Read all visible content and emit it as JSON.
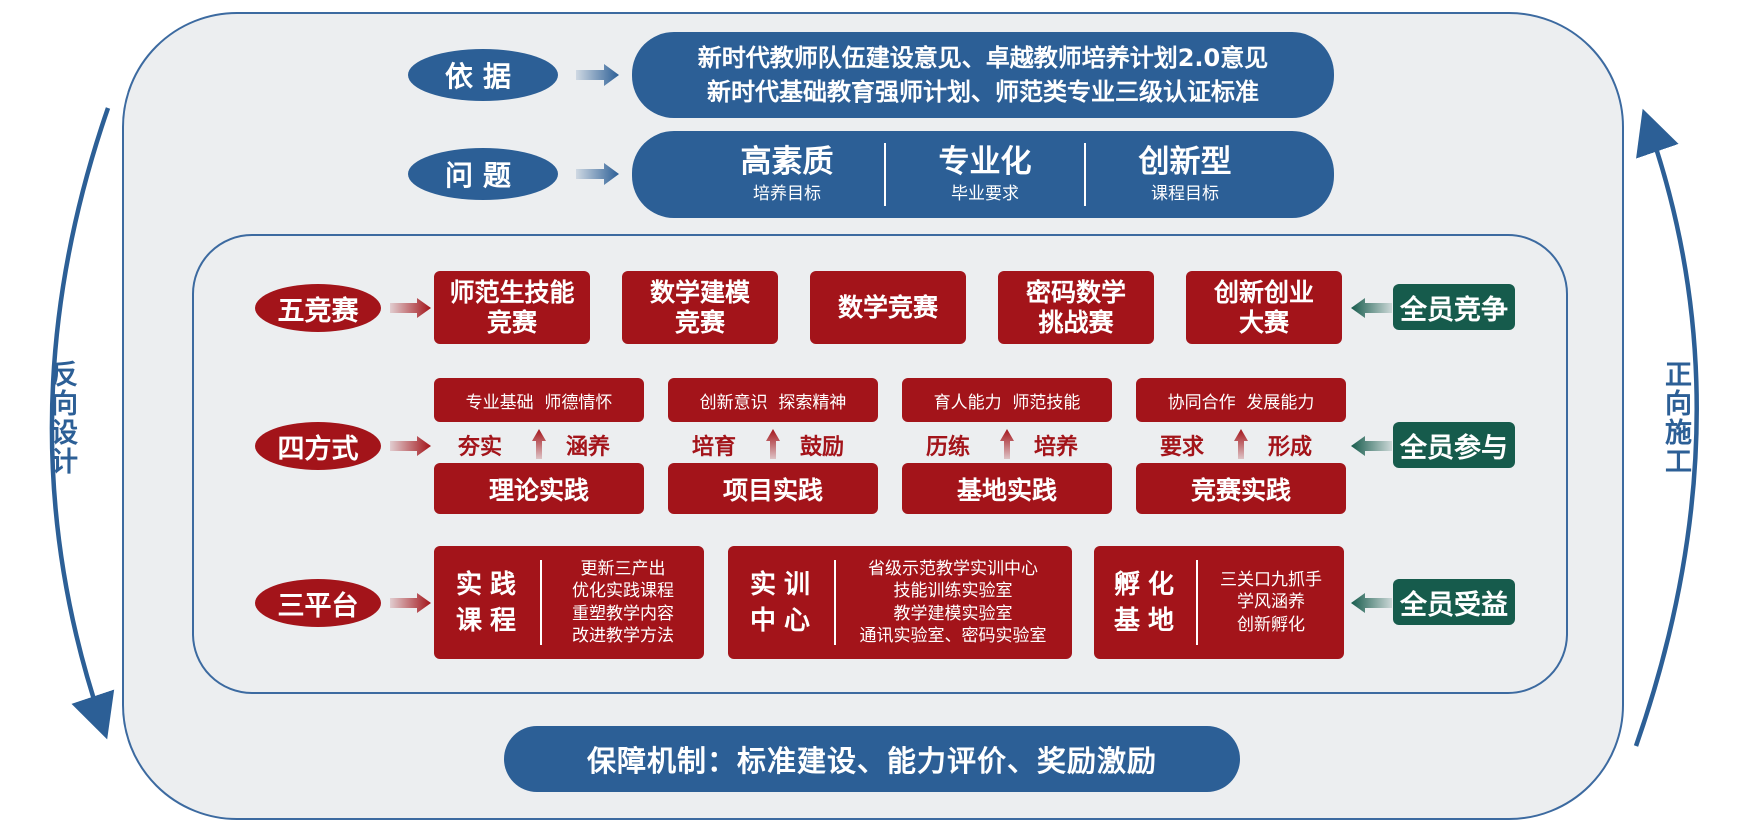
{
  "basis": {
    "label": "依据",
    "lines": [
      "新时代教师队伍建设意见、卓越教师培养计划2.0意见",
      "新时代基础教育强师计划、师范类专业三级认证标准"
    ]
  },
  "problem": {
    "label": "问题",
    "items": [
      {
        "main": "高素质",
        "sub": "培养目标"
      },
      {
        "main": "专业化",
        "sub": "毕业要求"
      },
      {
        "main": "创新型",
        "sub": "课程目标"
      }
    ]
  },
  "competitions": {
    "label": "五竞赛",
    "items": [
      {
        "line1": "师范生技能",
        "line2": "竞赛"
      },
      {
        "line1": "数学建模",
        "line2": "竞赛"
      },
      {
        "line1": "数学竞赛",
        "line2": ""
      },
      {
        "line1": "密码数学",
        "line2": "挑战赛"
      },
      {
        "line1": "创新创业",
        "line2": "大赛"
      }
    ],
    "tag": "全员竞争"
  },
  "methods": {
    "label": "四方式",
    "items": [
      {
        "top": "专业基础  师德情怀",
        "left": "夯实",
        "right": "涵养",
        "bottom": "理论实践"
      },
      {
        "top": "创新意识  探索精神",
        "left": "培育",
        "right": "鼓励",
        "bottom": "项目实践"
      },
      {
        "top": "育人能力  师范技能",
        "left": "历练",
        "right": "培养",
        "bottom": "基地实践"
      },
      {
        "top": "协同合作  发展能力",
        "left": "要求",
        "right": "形成",
        "bottom": "竞赛实践"
      }
    ],
    "tag": "全员参与"
  },
  "platforms": {
    "label": "三平台",
    "items": [
      {
        "title1": "实践",
        "title2": "课程",
        "list": [
          "更新三产出",
          "优化实践课程",
          "重塑教学内容",
          "改进教学方法"
        ]
      },
      {
        "title1": "实训",
        "title2": "中心",
        "list": [
          "省级示范教学实训中心",
          "技能训练实验室",
          "教学建模实验室",
          "通讯实验室、密码实验室"
        ]
      },
      {
        "title1": "孵化",
        "title2": "基地",
        "list": [
          "三关口九抓手",
          "学风涵养",
          "创新孵化"
        ]
      }
    ],
    "tag": "全员受益"
  },
  "guarantee": "保障机制：标准建设、能力评价、奖励激励",
  "left_side": "反向设计",
  "right_side": "正向施工",
  "colors": {
    "blue": "#2c5f96",
    "red": "#a3141a",
    "green": "#165b4c",
    "frame": "#3c6aa0",
    "background": "#eceef0"
  }
}
